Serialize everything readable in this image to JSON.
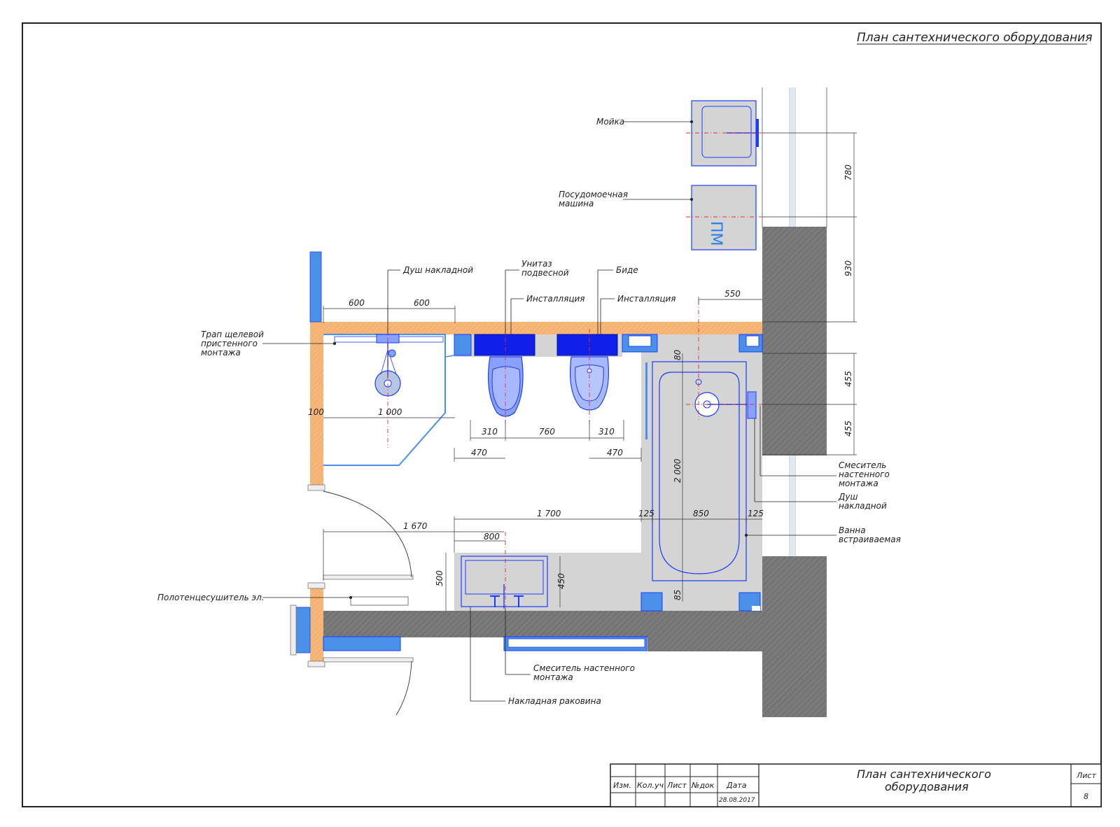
{
  "header": {
    "title": "План сантехнического оборудования"
  },
  "labels": {
    "sink_kitchen": "Мойка",
    "dishwasher_1": "Посудомоечная",
    "dishwasher_2": "машина",
    "dishwasher_mark": "ПМ",
    "shower_overhead": "Душ накладной",
    "toilet_1": "Унитаз",
    "toilet_2": "подвесной",
    "bidet": "Биде",
    "install_1": "Инсталляция",
    "install_2": "Инсталляция",
    "drain_1": "Трап щелевой",
    "drain_2": "пристенного",
    "drain_3": "монтажа",
    "mixer_wall_1": "Смеситель",
    "mixer_wall_2": "настенного",
    "mixer_wall_3": "монтажа",
    "shower2_1": "Душ",
    "shower2_2": "накладной",
    "bath_1": "Ванна",
    "bath_2": "встраиваемая",
    "towel": "Полотенцесушитель эл.",
    "mixer_basin_1": "Смеситель настенного",
    "mixer_basin_2": "монтажа",
    "basin": "Накладная раковина"
  },
  "dims": {
    "d600a": "600",
    "d600b": "600",
    "d550": "550",
    "d780": "780",
    "d930": "930",
    "d455a": "455",
    "d455b": "455",
    "d80": "80",
    "d100": "100",
    "d1000": "1 000",
    "d310a": "310",
    "d760": "760",
    "d310b": "310",
    "d470a": "470",
    "d470b": "470",
    "d2000": "2 000",
    "d1700": "1 700",
    "d125a": "125",
    "d850": "850",
    "d125b": "125",
    "d1670": "1 670",
    "d800": "800",
    "d500": "500",
    "d450": "450",
    "d85": "85"
  },
  "title_block": {
    "izm": "Изм.",
    "kol": "Кол.уч",
    "list": "Лист",
    "ndok": "№док",
    "data": "Дата",
    "date": "28.08.2017",
    "name_1": "План сантехнического",
    "name_2": "оборудования",
    "sheet_label": "Лист",
    "sheet_num": "8"
  },
  "colors": {
    "wall": "#777777",
    "partition": "#f6b77a",
    "fixture_blue": "#1a3cff",
    "light_blue": "#4a90e8",
    "floor_grey": "#d4d4d4",
    "axis_red": "#dd3333"
  }
}
